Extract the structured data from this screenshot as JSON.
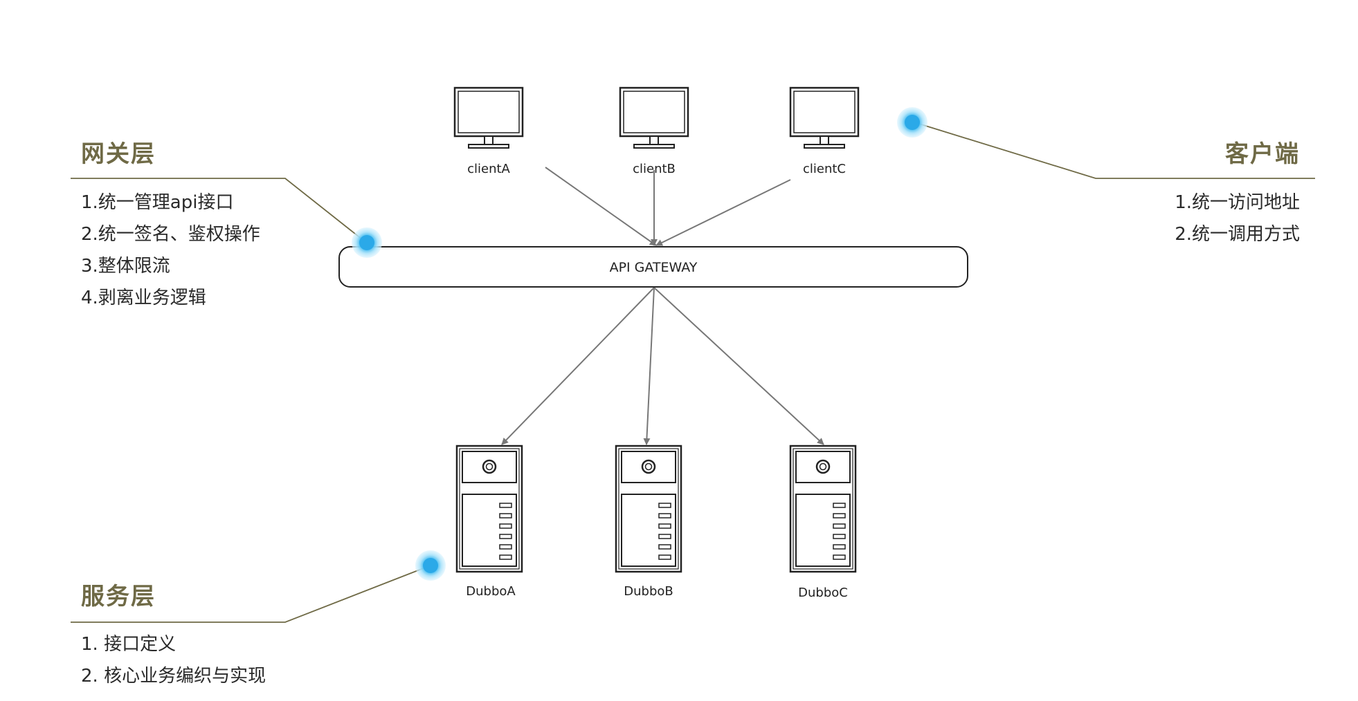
{
  "gateway": {
    "label": "API GATEWAY"
  },
  "clients": [
    {
      "label": "clientA"
    },
    {
      "label": "clientB"
    },
    {
      "label": "clientC"
    }
  ],
  "services": [
    {
      "label": "DubboA"
    },
    {
      "label": "DubboB"
    },
    {
      "label": "DubboC"
    }
  ],
  "annotations": {
    "gateway_layer": {
      "title": "网关层",
      "items": [
        "1.统一管理api接口",
        "2.统一签名、鉴权操作",
        "3.整体限流",
        "4.剥离业务逻辑"
      ]
    },
    "client_layer": {
      "title": "客户端",
      "items": [
        "1.统一访问地址",
        "2.统一调用方式"
      ]
    },
    "service_layer": {
      "title": "服务层",
      "items": [
        "1. 接口定义",
        "2. 核心业务编织与实现"
      ]
    }
  },
  "colors": {
    "annotation_title": "#6f6a46",
    "leader_line": "#6f6a46",
    "marker_dot": "#3fb4ea",
    "arrow": "#777777",
    "stroke": "#222222"
  }
}
